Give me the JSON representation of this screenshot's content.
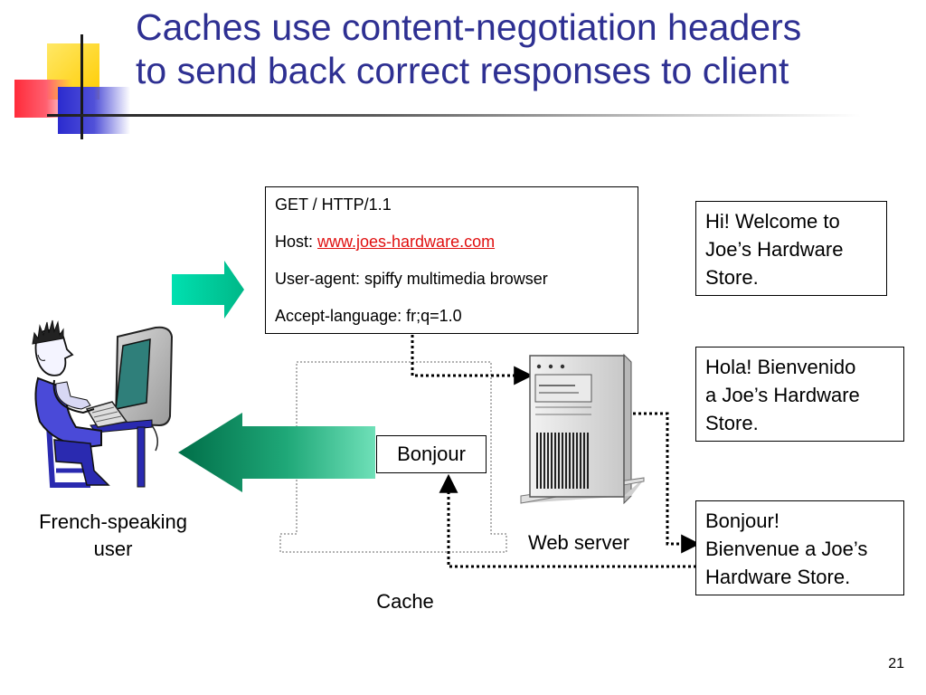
{
  "slide": {
    "title_line1": "Caches use content-negotiation headers",
    "title_line2": "to send back correct responses to client",
    "page_number": "21"
  },
  "request": {
    "line1": "GET / HTTP/1.1",
    "host_label": "Host: ",
    "host_value": "www.joes-hardware.com",
    "line3": "User-agent: spiffy multimedia browser",
    "line4": "Accept-language: fr;q=1.0"
  },
  "responses": [
    {
      "line1": "Hi! Welcome to",
      "line2": "Joe’s Hardware",
      "line3": "Store."
    },
    {
      "line1": "Hola! Bienvenido",
      "line2": "a Joe’s Hardware",
      "line3": "Store."
    },
    {
      "line1": "Bonjour!",
      "line2": "Bienvenue a Joe’s",
      "line3": "Hardware Store."
    }
  ],
  "cache": {
    "response": "Bonjour",
    "label": "Cache"
  },
  "labels": {
    "user_line1": "French-speaking",
    "user_line2": "user",
    "server": "Web server"
  },
  "icons": {
    "user_figure": "person-at-computer-icon",
    "server": "web-server-tower-icon",
    "request_arrow": "right-arrow",
    "response_arrow": "left-arrow"
  },
  "colors": {
    "title": "#2e3092",
    "link": "#e01010",
    "arrow_right": "#00d4a4",
    "arrow_left": "#008a5e"
  }
}
